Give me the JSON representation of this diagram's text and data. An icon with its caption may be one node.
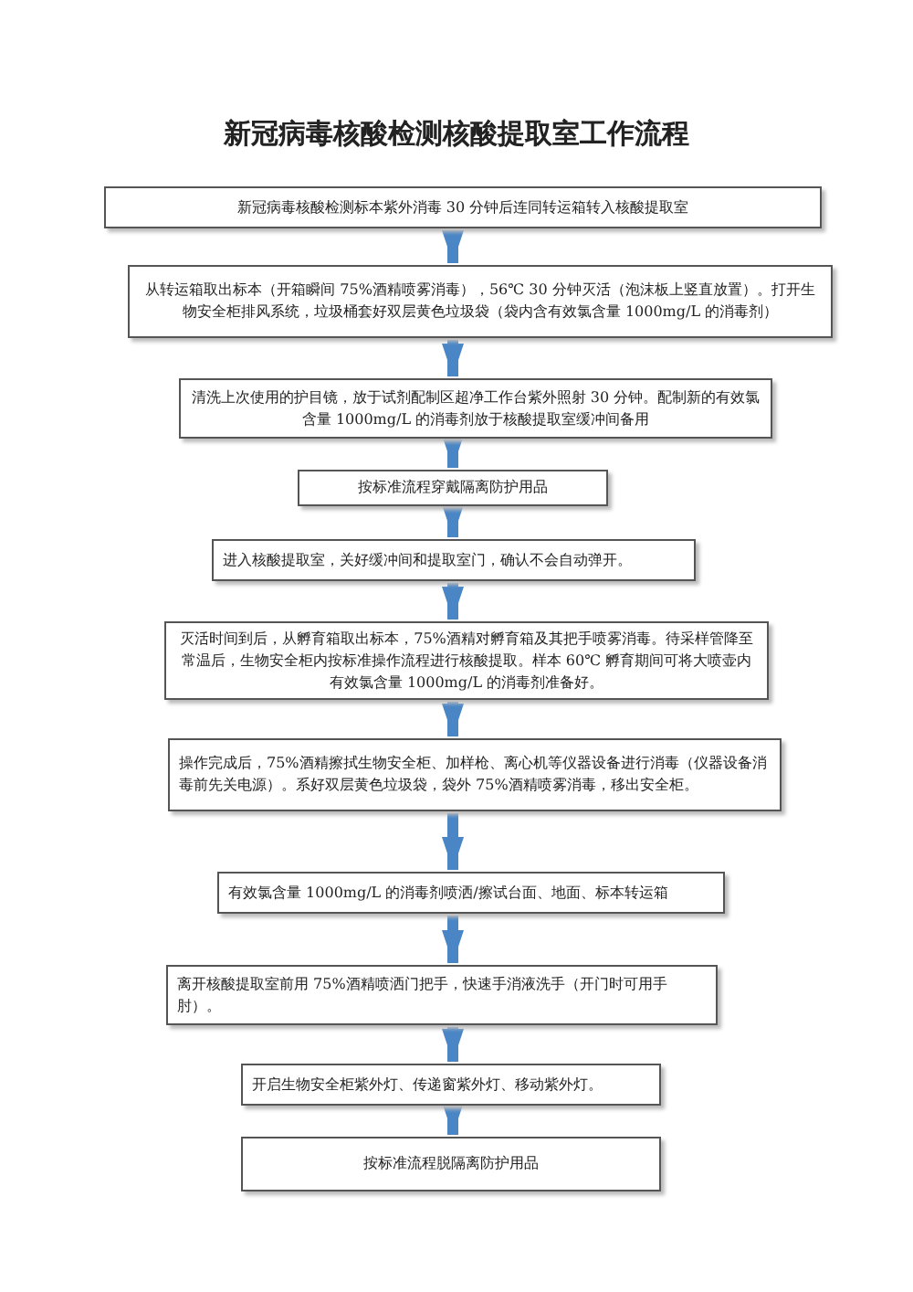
{
  "diagram": {
    "title": "新冠病毒核酸检测核酸提取室工作流程",
    "nodes": [
      {
        "text": [
          "新冠病毒核酸检测标本紫外消毒 30 分钟后连同转运箱转入核酸提取室"
        ]
      },
      {
        "text": [
          "从转运箱取出标本（开箱瞬间 75%酒精喷雾消毒），56℃ 30 分钟灭活（泡沫板上竖直放置）。打开生物安全柜排风系统，垃圾桶套好双层黄色垃圾袋（袋内含有效氯含量 1000mg/L 的消毒剂）"
        ]
      },
      {
        "text": [
          "清洗上次使用的护目镜，放于试剂配制区超净工作台紫外照射 30 分钟。配制新的有效氯含量 1000mg/L 的消毒剂放于核酸提取室缓冲间备用"
        ]
      },
      {
        "text": [
          "按标准流程穿戴隔离防护用品"
        ]
      },
      {
        "text": [
          "进入核酸提取室，关好缓冲间和提取室门，确认不会自动弹开。"
        ]
      },
      {
        "text": [
          "灭活时间到后，从孵育箱取出标本，75%酒精对孵育箱及其把手喷雾消毒。待采样管降至常温后，生物安全柜内按标准操作流程进行核酸提取。样本 60℃ 孵育期间可将大喷壶内有效氯含量 1000mg/L 的消毒剂准备好。"
        ]
      },
      {
        "text": [
          "操作完成后，75%酒精擦拭生物安全柜、加样枪、离心机等仪器设备进行消毒（仪器设备消毒前先关电源）。系好双层黄色垃圾袋，袋外 75%酒精喷雾消毒，移出安全柜。"
        ]
      },
      {
        "text": [
          "有效氯含量 1000mg/L 的消毒剂喷洒/擦试台面、地面、标本转运箱"
        ]
      },
      {
        "text": [
          "离开核酸提取室前用 75%酒精喷洒门把手，快速手消液洗手（开门时可用手肘）。"
        ]
      },
      {
        "text": [
          "开启生物安全柜紫外灯、传递窗紫外灯、移动紫外灯。"
        ]
      },
      {
        "text": [
          "按标准流程脱隔离防护用品"
        ]
      }
    ],
    "edges": [
      {
        "from": 0,
        "to": 1,
        "arrow": "to"
      },
      {
        "from": 1,
        "to": 2,
        "arrow": "to"
      },
      {
        "from": 2,
        "to": 3,
        "arrow": "to"
      },
      {
        "from": 3,
        "to": 4,
        "arrow": "to"
      },
      {
        "from": 4,
        "to": 5,
        "arrow": "to"
      },
      {
        "from": 5,
        "to": 6,
        "arrow": "to"
      },
      {
        "from": 6,
        "to": 7,
        "arrow": "to"
      },
      {
        "from": 7,
        "to": 8,
        "arrow": "to"
      },
      {
        "from": 8,
        "to": 9,
        "arrow": "to"
      },
      {
        "from": 9,
        "to": 10,
        "arrow": "to"
      }
    ]
  }
}
